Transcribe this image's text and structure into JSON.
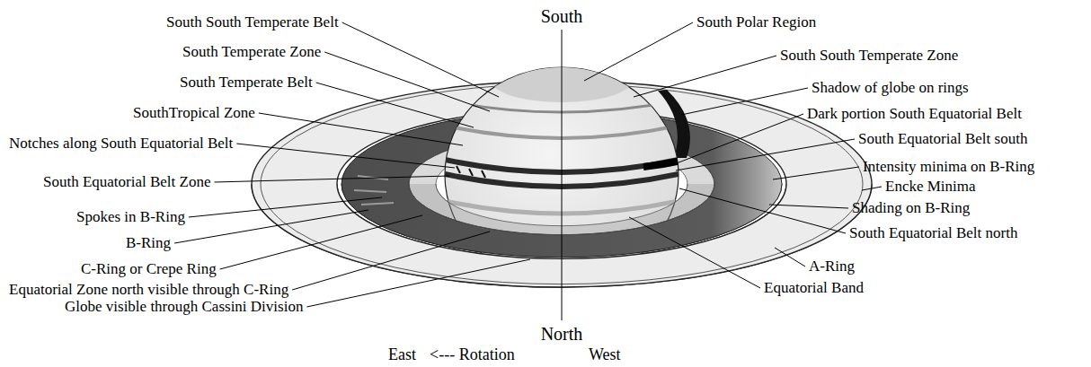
{
  "diagram": {
    "labels": [
      "South",
      "South South Temperate Belt",
      "South Temperate Zone",
      "South Temperate Belt",
      "SouthTropical Zone",
      "Notches along South Equatorial Belt",
      "South Equatorial Belt Zone",
      "Spokes in B-Ring",
      "B-Ring",
      "C-Ring or Crepe Ring",
      "Equatorial Zone north visible through C-Ring",
      "Globe visible through Cassini Division",
      "South Polar Region",
      "South South Temperate Zone",
      "Shadow of globe on rings",
      "Dark portion South Equatorial Belt",
      "South Equatorial Belt south",
      "Intensity minima on B-Ring",
      "Encke Minima",
      "Shading on B-Ring",
      "South Equatorial Belt north",
      "A-Ring",
      "Equatorial Band",
      "North",
      "East",
      "<--- Rotation",
      "West"
    ]
  }
}
